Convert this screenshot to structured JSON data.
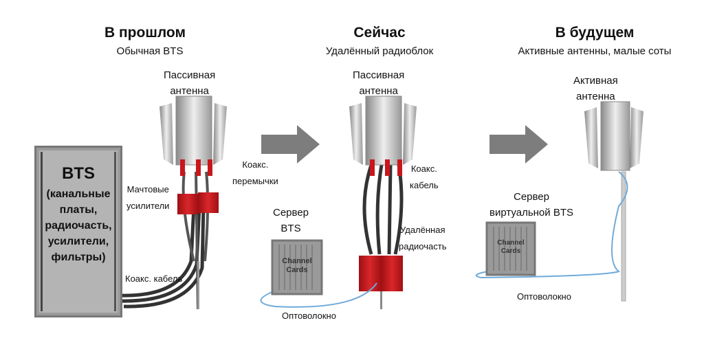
{
  "colors": {
    "cable": "#3a3a3a",
    "red": "#c8171c",
    "fiber": "#6fa9d8",
    "arrow": "#7d7d7d",
    "box": "#b4b4b4"
  },
  "past": {
    "title": "В прошлом",
    "subtitle": "Обычная BTS",
    "antenna_label": [
      "Пассивная",
      "антенна"
    ],
    "bts_title": "BTS",
    "bts_details": [
      "(канальные",
      "платы,",
      "радиочасть,",
      "усилители,",
      "фильтры)"
    ],
    "jumpers": [
      "Коакс.",
      "перемычки"
    ],
    "amplifiers": [
      "Мачтовые",
      "усилители"
    ],
    "coax": "Коакс. кабель"
  },
  "now": {
    "title": "Сейчас",
    "subtitle": "Удалённый радиоблок",
    "antenna_label": [
      "Пассивная",
      "антенна"
    ],
    "coax": [
      "Коакс.",
      "кабель"
    ],
    "remote_radio": [
      "Удалённая",
      "радиочасть"
    ],
    "server": [
      "Сервер",
      "BTS"
    ],
    "server_cards": [
      "Channel",
      "Cards"
    ],
    "fiber": "Оптоволокно"
  },
  "future": {
    "title": "В будущем",
    "subtitle": "Активные антенны, малые соты",
    "antenna_label": [
      "Активная",
      "антенна"
    ],
    "server": [
      "Сервер",
      "виртуальной BTS"
    ],
    "server_cards": [
      "Channel",
      "Cards"
    ],
    "fiber": "Оптоволокно"
  }
}
